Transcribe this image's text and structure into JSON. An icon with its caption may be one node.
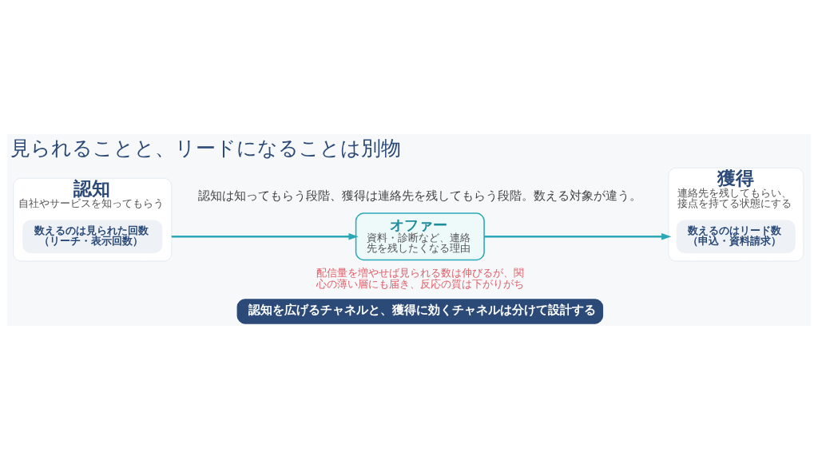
{
  "diagram": {
    "title": "見られることと、リードになることは別物",
    "nodes": [
      {
        "text": [
          "認知",
          "自社やサービスを知ってもらう"
        ]
      },
      {
        "text": [
          "数えるのは見られた回数（リーチ・表示回数）"
        ],
        "in": 0
      },
      {
        "text": [
          "オファー",
          "資料・診断など、連絡先を残したくなる理由"
        ],
        "beside": [
          "配信量を増やせば見られる数は伸びるが、関心の薄い層にも届き、反応の質は下がりがち"
        ]
      },
      {
        "text": [
          "獲得",
          "連絡先を残してもらい、接点を持てる状態にする"
        ]
      },
      {
        "text": [
          "数えるのはリード数（申込・資料請求）"
        ],
        "in": 3
      },
      {
        "text": [
          "認知を広げるチャネルと、獲得に効くチャネルは分けて設計する"
        ]
      }
    ],
    "edges": [
      {
        "from": 0,
        "to": 2,
        "arrow": "to"
      },
      {
        "from": 2,
        "to": 3,
        "arrow": "to"
      }
    ],
    "labels": [
      "認知は知ってもらう段階、獲得は連絡先を残してもらう段階。数える対象が違う。"
    ]
  }
}
